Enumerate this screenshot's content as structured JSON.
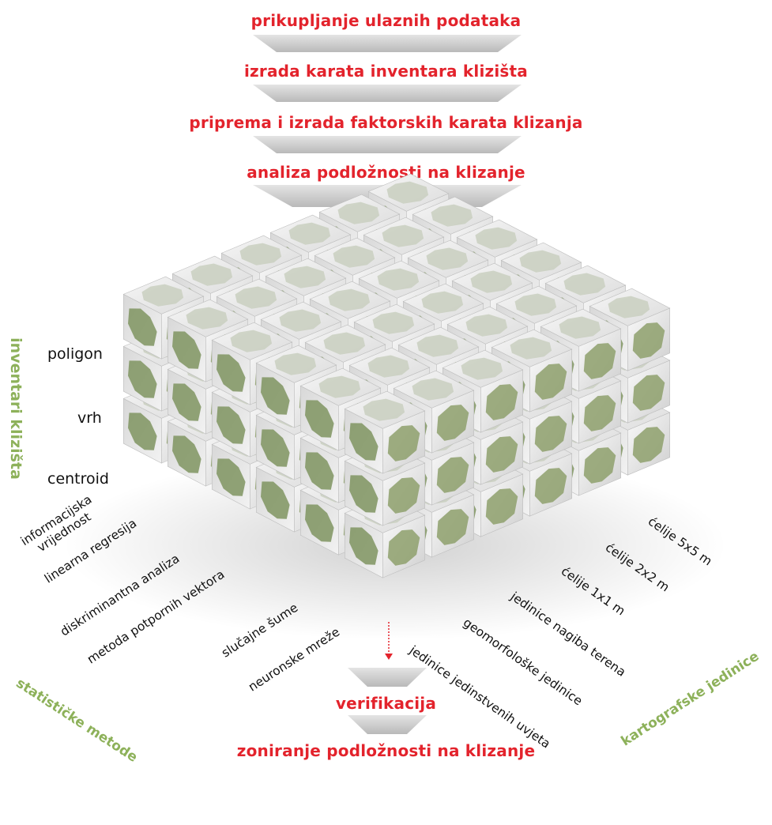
{
  "workflow": {
    "steps": [
      "prikupljanje ulaznih podataka",
      "izrada karata inventara klizišta",
      "priprema i izrada faktorskih karata klizanja",
      "analiza podložnosti na klizanje"
    ],
    "final_steps": [
      "verifikacija",
      "zoniranje podložnosti na klizanje"
    ],
    "accent_color": "#e3232c"
  },
  "axes": {
    "inventory": {
      "title": "inventari klizišta",
      "items": [
        "poligon",
        "vrh",
        "centroid"
      ]
    },
    "methods": {
      "title": "statističke metode",
      "items": [
        "informacijska vrijednost",
        "linearna regresija",
        "diskriminantna analiza",
        "metoda potpornih vektora",
        "slučajne šume",
        "neuronske mreže"
      ]
    },
    "units": {
      "title": "kartografske jedinice",
      "items": [
        "ćelije 5x5 m",
        "ćelije 2x2 m",
        "ćelije 1x1 m",
        "jedinice nagiba terena",
        "geomorfološke jedinice",
        "jedinice jedinstvenih uvjeta"
      ]
    },
    "axis_color": "#8db15a"
  }
}
